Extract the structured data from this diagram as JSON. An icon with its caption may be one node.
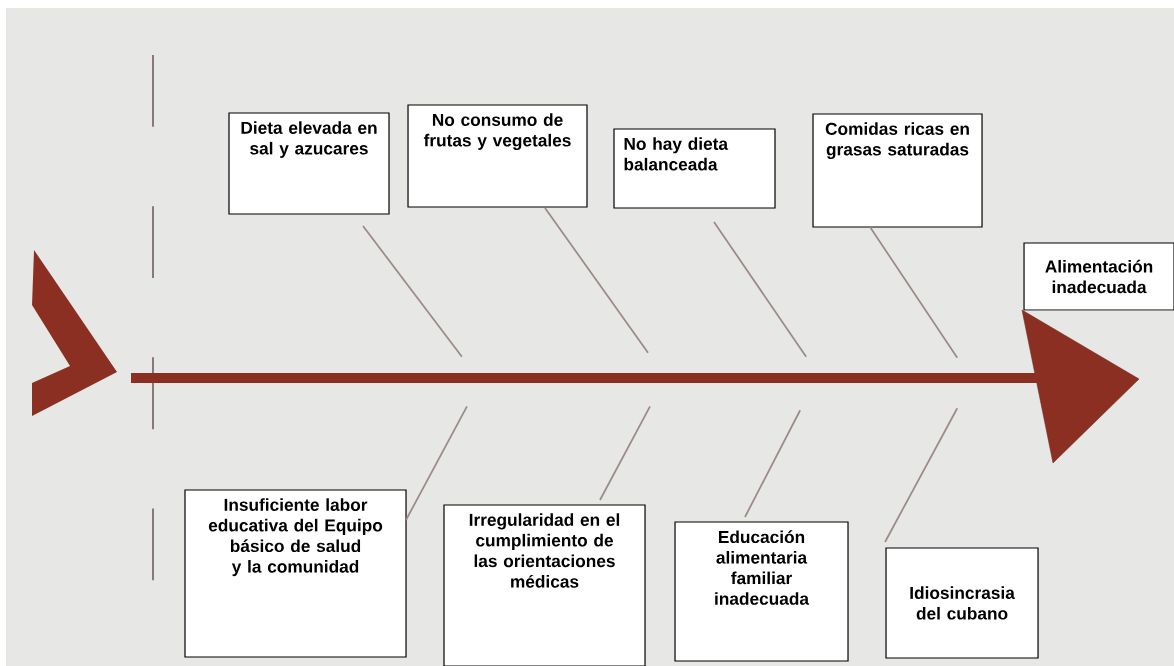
{
  "diagram": {
    "nodes": [
      {
        "text": [
          "Dieta elevada en sal y azucares"
        ]
      },
      {
        "text": [
          "No consumo de frutas y vegetales"
        ]
      },
      {
        "text": [
          "No hay dieta balanceada"
        ]
      },
      {
        "text": [
          "Comidas ricas en grasas saturadas"
        ]
      },
      {
        "text": [
          "Alimentación inadecuada"
        ]
      },
      {
        "text": [
          "Insuficiente labor educativa del Equipo básico de salud y la comunidad"
        ]
      },
      {
        "text": [
          "Irregularidad en el cumplimiento de las orientaciones médicas"
        ]
      },
      {
        "text": [
          "Educación alimentaria familiar inadecuada"
        ]
      },
      {
        "text": [
          "Idiosincrasia del cubano"
        ]
      },
      {
        "text": [],
        "shape": "bar"
      }
    ],
    "edges": [
      {
        "from": 0,
        "to": 9,
        "arrow": "none"
      },
      {
        "from": 1,
        "to": 9,
        "arrow": "none"
      },
      {
        "from": 2,
        "to": 9,
        "arrow": "none"
      },
      {
        "from": 3,
        "to": 9,
        "arrow": "none"
      },
      {
        "from": 5,
        "to": 9,
        "arrow": "none"
      },
      {
        "from": 6,
        "to": 9,
        "arrow": "none"
      },
      {
        "from": 7,
        "to": 9,
        "arrow": "none"
      },
      {
        "from": 8,
        "to": 9,
        "arrow": "none"
      }
    ]
  }
}
